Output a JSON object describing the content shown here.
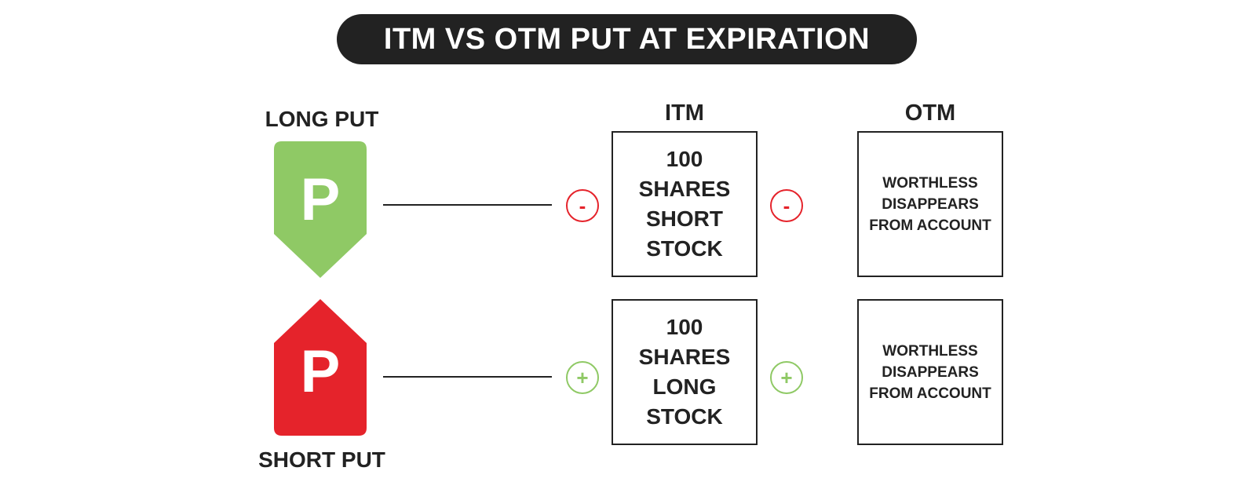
{
  "title": "ITM VS OTM PUT AT EXPIRATION",
  "columns": {
    "itm": "ITM",
    "otm": "OTM"
  },
  "colors": {
    "long_put_green": "#8fc965",
    "short_put_red": "#e5232b",
    "positive_green": "#8fc965",
    "negative_red": "#e5232b",
    "title_background": "#222222"
  },
  "rows": [
    {
      "label": "LONG PUT",
      "badge_letter": "P",
      "badge_shape": "arrow-down-tag",
      "itm_sign": "-",
      "itm_lines": [
        "100",
        "SHARES",
        "SHORT",
        "STOCK"
      ],
      "otm_sign": "-",
      "otm_lines": [
        "WORTHLESS",
        "DISAPPEARS",
        "FROM ACCOUNT"
      ]
    },
    {
      "label": "SHORT PUT",
      "badge_letter": "P",
      "badge_shape": "arrow-up-tag",
      "itm_sign": "+",
      "itm_lines": [
        "100",
        "SHARES",
        "LONG",
        "STOCK"
      ],
      "otm_sign": "+",
      "otm_lines": [
        "WORTHLESS",
        "DISAPPEARS",
        "FROM ACCOUNT"
      ]
    }
  ]
}
